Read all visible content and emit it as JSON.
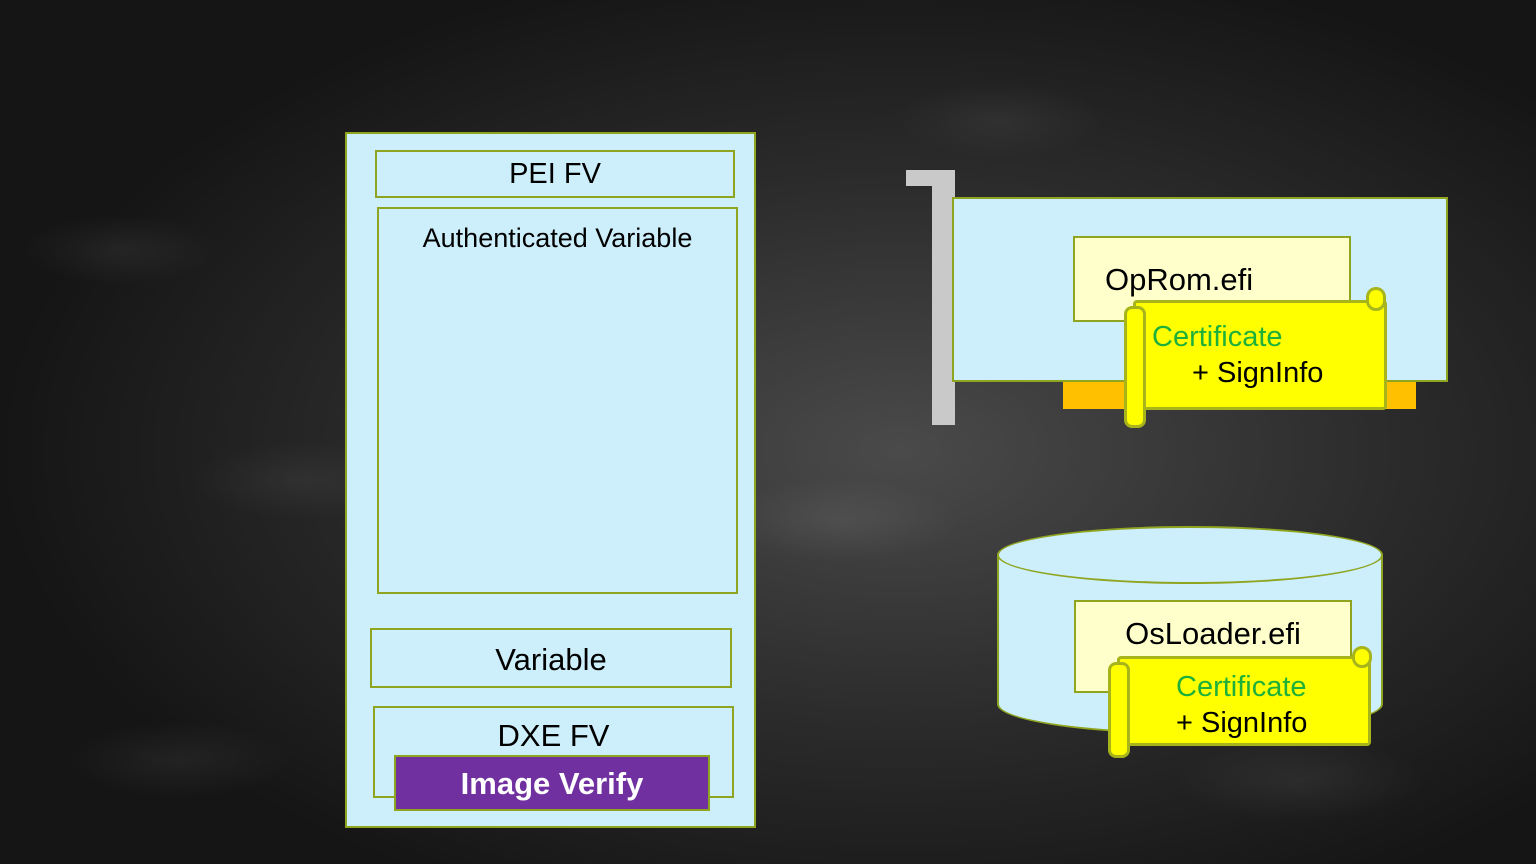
{
  "firmware": {
    "pei_fv": "PEI FV",
    "authenticated_variable": "Authenticated Variable",
    "variable": "Variable",
    "dxe_fv": "DXE FV",
    "image_verify": "Image Verify"
  },
  "oprom_card": {
    "file": "OpRom.efi",
    "certificate": "Certificate",
    "signinfo": "+ SignInfo"
  },
  "disk": {
    "file": "OsLoader.efi",
    "certificate": "Certificate",
    "signinfo": "+ SignInfo"
  },
  "colors": {
    "box_fill": "#cdeefb",
    "box_border": "#8fa51f",
    "file_fill": "#ffffcc",
    "scroll_fill": "#ffff00",
    "image_verify": "#7030a0",
    "card_edge": "#ffc000",
    "certificate_text": "#1fb03a"
  }
}
